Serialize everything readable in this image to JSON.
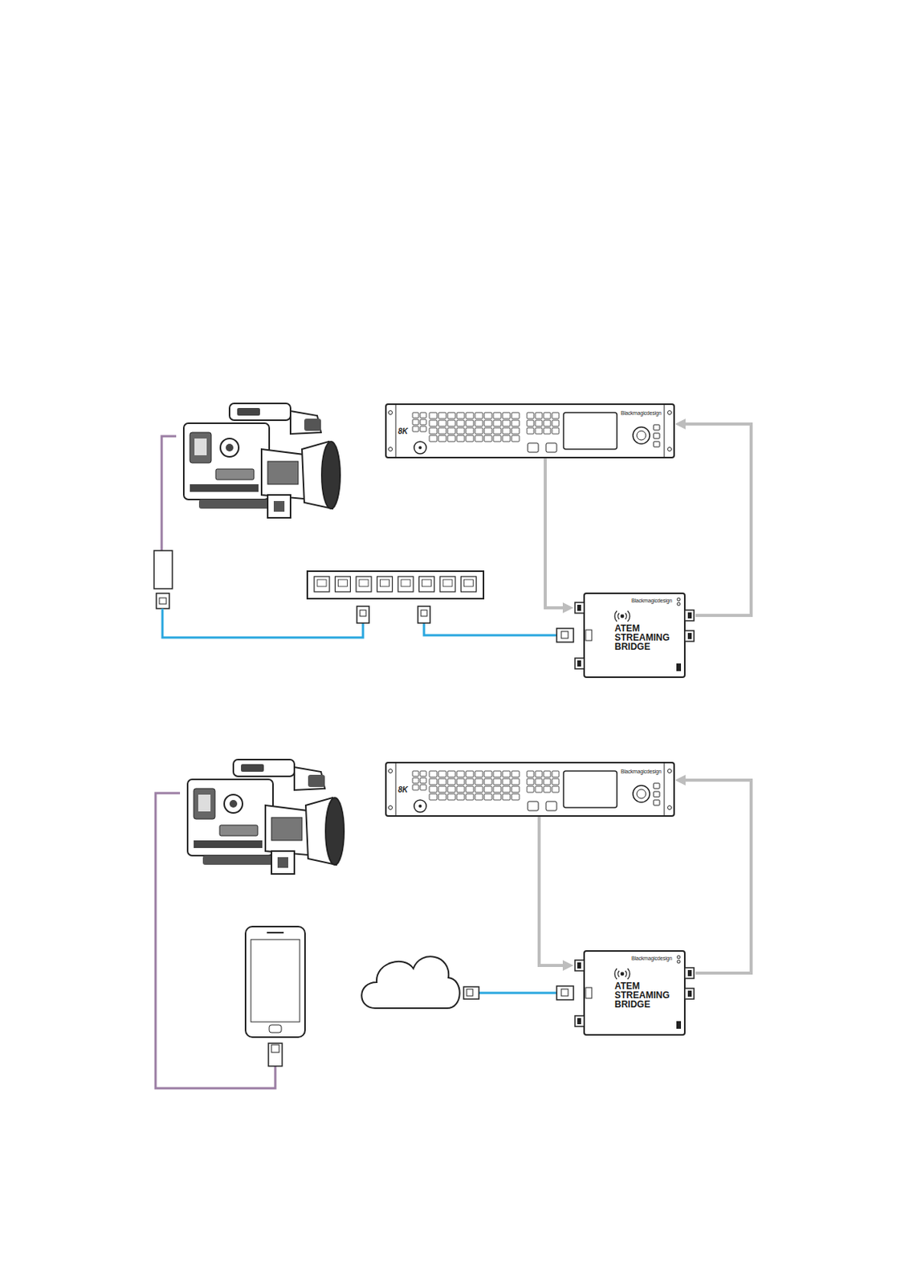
{
  "diagram": {
    "nodes": [
      {
        "text": [
          "8K",
          "Blackmagicdesign"
        ]
      },
      {
        "text": [
          "Blackmagicdesign",
          "ATEM STREAMING BRIDGE"
        ]
      },
      {
        "text": [
          "8K",
          "Blackmagicdesign"
        ]
      },
      {
        "text": [
          "Blackmagicdesign",
          "ATEM STREAMING BRIDGE"
        ]
      }
    ],
    "edges": [
      {
        "from": 0,
        "to": 1,
        "arrow": "to"
      },
      {
        "from": 1,
        "to": 0,
        "arrow": "to"
      },
      {
        "from": 2,
        "to": 3,
        "arrow": "to"
      },
      {
        "from": 3,
        "to": 2,
        "arrow": "to"
      }
    ]
  }
}
